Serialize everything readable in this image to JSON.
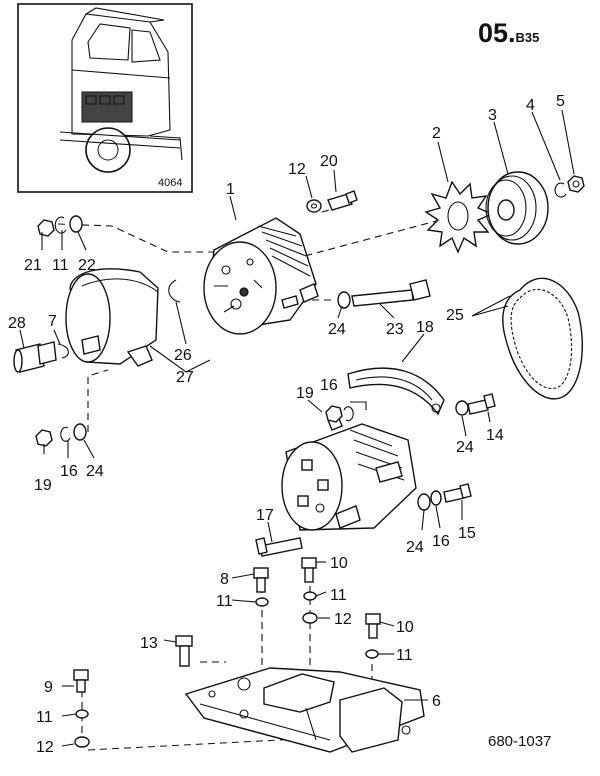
{
  "header": {
    "page_code": "05.",
    "page_suffix": "B35"
  },
  "inset": {
    "ref_number": "4064"
  },
  "footer": {
    "drawing_number": "680-1037"
  },
  "callouts": {
    "c1": "1",
    "c2": "2",
    "c3": "3",
    "c4": "4",
    "c5": "5",
    "c6": "6",
    "c7": "7",
    "c8": "8",
    "c9": "9",
    "c10a": "10",
    "c10b": "10",
    "c11a": "11",
    "c11b": "11",
    "c11c": "11",
    "c11d": "11",
    "c11e": "11",
    "c12a": "12",
    "c12b": "12",
    "c12c": "12",
    "c13": "13",
    "c14": "14",
    "c15": "15",
    "c16a": "16",
    "c16b": "16",
    "c16c": "16",
    "c17": "17",
    "c18": "18",
    "c19a": "19",
    "c19b": "19",
    "c20": "20",
    "c21": "21",
    "c22": "22",
    "c23": "23",
    "c24a": "24",
    "c24b": "24",
    "c24c": "24",
    "c24d": "24",
    "c25": "25",
    "c26": "26",
    "c27": "27",
    "c28": "28"
  }
}
